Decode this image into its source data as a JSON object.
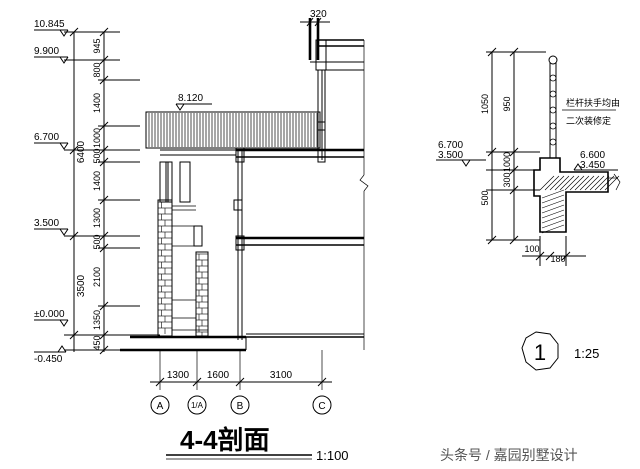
{
  "left_dims": {
    "elevation_labels": [
      "10.845",
      "9.900",
      "6.700",
      "3.500",
      "±0.000",
      "-0.450"
    ],
    "segments": [
      "945",
      "800",
      "1400",
      "1000",
      "500",
      "1400",
      "1300",
      "500",
      "2100",
      "1350",
      "450"
    ],
    "totals": [
      "6400",
      "3500"
    ]
  },
  "roof_elevation": "8.120",
  "top_dim": "320",
  "bottom_dims": [
    "1300",
    "1600",
    "3100"
  ],
  "axes": [
    "A",
    "1/A",
    "B",
    "C"
  ],
  "title": "4-4剖面",
  "title_scale": "1:100",
  "detail": {
    "dims_vertical": [
      "1050",
      "950",
      "1000",
      "300",
      "500"
    ],
    "dims_horizontal": [
      "100",
      "180"
    ],
    "elev_left": [
      "6.700",
      "3.500"
    ],
    "elev_right": [
      "6.600",
      "3.450"
    ],
    "note_line1": "栏杆扶手均由",
    "note_line2": "二次装修定",
    "marker_number": "1",
    "marker_scale": "1:25"
  },
  "watermark": "头条号 / 嘉园别墅设计"
}
